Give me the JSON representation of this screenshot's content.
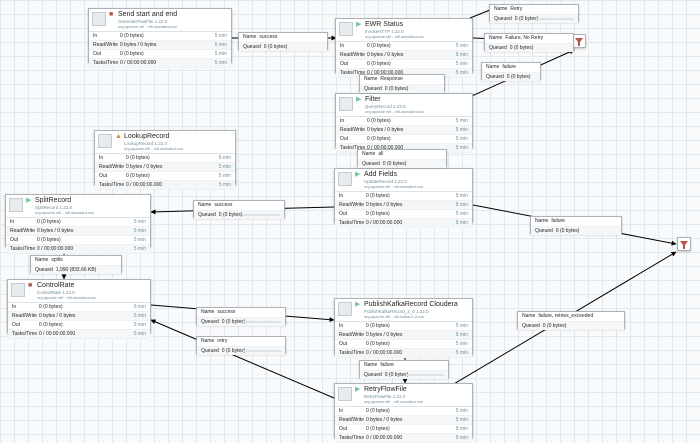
{
  "processors": [
    {
      "id": "send-start-end",
      "state": "stopped",
      "name": "Send start and end",
      "type": "GenerateFlowFile 1.22.0",
      "bundle": "org.apache.nifi - nifi-standard-nar",
      "in": "0 (0 bytes)",
      "rw": "0 bytes / 0 bytes",
      "out": "0 (0 bytes)",
      "tasks": "0 / 00:00:00.000",
      "window": "5 min"
    },
    {
      "id": "ewr-status",
      "state": "running",
      "name": "EWR Status",
      "type": "InvokeHTTP 1.22.0",
      "bundle": "org.apache.nifi - nifi-standard-nar",
      "in": "0 (0 bytes)",
      "rw": "0 bytes / 0 bytes",
      "out": "0 (0 bytes)",
      "tasks": "0 / 00:00:00.000",
      "window": "5 min"
    },
    {
      "id": "filter",
      "state": "running",
      "name": "Filter",
      "type": "QueryRecord 1.22.0",
      "bundle": "org.apache.nifi - nifi-standard-nar",
      "in": "0 (0 bytes)",
      "rw": "0 bytes / 0 bytes",
      "out": "0 (0 bytes)",
      "tasks": "0 / 00:00:00.000",
      "window": "5 min"
    },
    {
      "id": "lookup-record",
      "state": "invalid",
      "name": "LookupRecord",
      "type": "LookupRecord 1.22.0",
      "bundle": "org.apache.nifi - nifi-standard-nar",
      "in": "0 (0 bytes)",
      "rw": "0 bytes / 0 bytes",
      "out": "0 (0 bytes)",
      "tasks": "0 / 00:00:00.000",
      "window": "5 min"
    },
    {
      "id": "add-fields",
      "state": "running",
      "name": "Add Fields",
      "type": "UpdateRecord 1.22.0",
      "bundle": "org.apache.nifi - nifi-standard-nar",
      "in": "0 (0 bytes)",
      "rw": "0 bytes / 0 bytes",
      "out": "0 (0 bytes)",
      "tasks": "0 / 00:00:00.000",
      "window": "5 min"
    },
    {
      "id": "split-record",
      "state": "running",
      "name": "SplitRecord",
      "type": "SplitRecord 1.22.0",
      "bundle": "org.apache.nifi - nifi-standard-nar",
      "in": "0 (0 bytes)",
      "rw": "0 bytes / 0 bytes",
      "out": "0 (0 bytes)",
      "tasks": "0 / 00:00:00.000",
      "window": "5 min"
    },
    {
      "id": "control-rate",
      "state": "stopped",
      "name": "ControlRate",
      "type": "ControlRate 1.22.0",
      "bundle": "org.apache.nifi - nifi-standard-nar",
      "in": "0 (0 bytes)",
      "rw": "0 bytes / 0 bytes",
      "out": "0 (0 bytes)",
      "tasks": "0 / 00:00:00.000",
      "window": "5 min"
    },
    {
      "id": "publish-kafka",
      "state": "running",
      "name": "PublishKafkaRecord Cloudera",
      "type": "PublishKafkaRecord_2_0 1.22.0",
      "bundle": "org.apache.nifi - nifi-kafka-2-0-nar",
      "in": "0 (0 bytes)",
      "rw": "0 bytes / 0 bytes",
      "out": "0 (0 bytes)",
      "tasks": "0 / 00:00:00.000",
      "window": "5 min"
    },
    {
      "id": "retry-flowfile",
      "state": "running",
      "name": "RetryFlowFile",
      "type": "RetryFlowFile 1.22.0",
      "bundle": "org.apache.nifi - nifi-standard-nar",
      "in": "0 (0 bytes)",
      "rw": "0 bytes / 0 bytes",
      "out": "0 (0 bytes)",
      "tasks": "0 / 00:00:00.000",
      "window": "5 min"
    }
  ],
  "labels": {
    "in": "In",
    "rw": "Read/Write",
    "out": "Out",
    "tasks": "Tasks/Time",
    "name": "Name",
    "queued": "Queued"
  },
  "connections": [
    {
      "id": "c-success-1",
      "name": "success",
      "queued": "0 (0 bytes)"
    },
    {
      "id": "c-retry-top",
      "name": "Retry",
      "queued": "0 (0 bytes)"
    },
    {
      "id": "c-failure-nr",
      "name": "Failure, No Retry",
      "queued": "0 (0 bytes)"
    },
    {
      "id": "c-failure-ewr",
      "name": "failure",
      "queued": "0 (0 bytes)"
    },
    {
      "id": "c-response",
      "name": "Response",
      "queued": "0 (0 bytes)"
    },
    {
      "id": "c-all",
      "name": "all",
      "queued": "0 (0 bytes)"
    },
    {
      "id": "c-success-2",
      "name": "success",
      "queued": "0 (0 bytes)"
    },
    {
      "id": "c-failure-add",
      "name": "failure",
      "queued": "0 (0 bytes)"
    },
    {
      "id": "c-splits",
      "name": "splits",
      "queued": "1,990 (832.66 KB)"
    },
    {
      "id": "c-success-3",
      "name": "success",
      "queued": "0 (0 bytes)"
    },
    {
      "id": "c-retry-low",
      "name": "retry",
      "queued": "0 (0 bytes)"
    },
    {
      "id": "c-failure-pk",
      "name": "failure",
      "queued": "0 (0 bytes)"
    },
    {
      "id": "c-failure-retry",
      "name": "failure, retries_exceeded",
      "queued": "0 (0 bytes)"
    }
  ],
  "colors": {
    "running": "#7dc7a0",
    "stopped": "#ba554a",
    "invalid": "#cf9338",
    "line": "#000000",
    "funnel": "#ba554a"
  }
}
